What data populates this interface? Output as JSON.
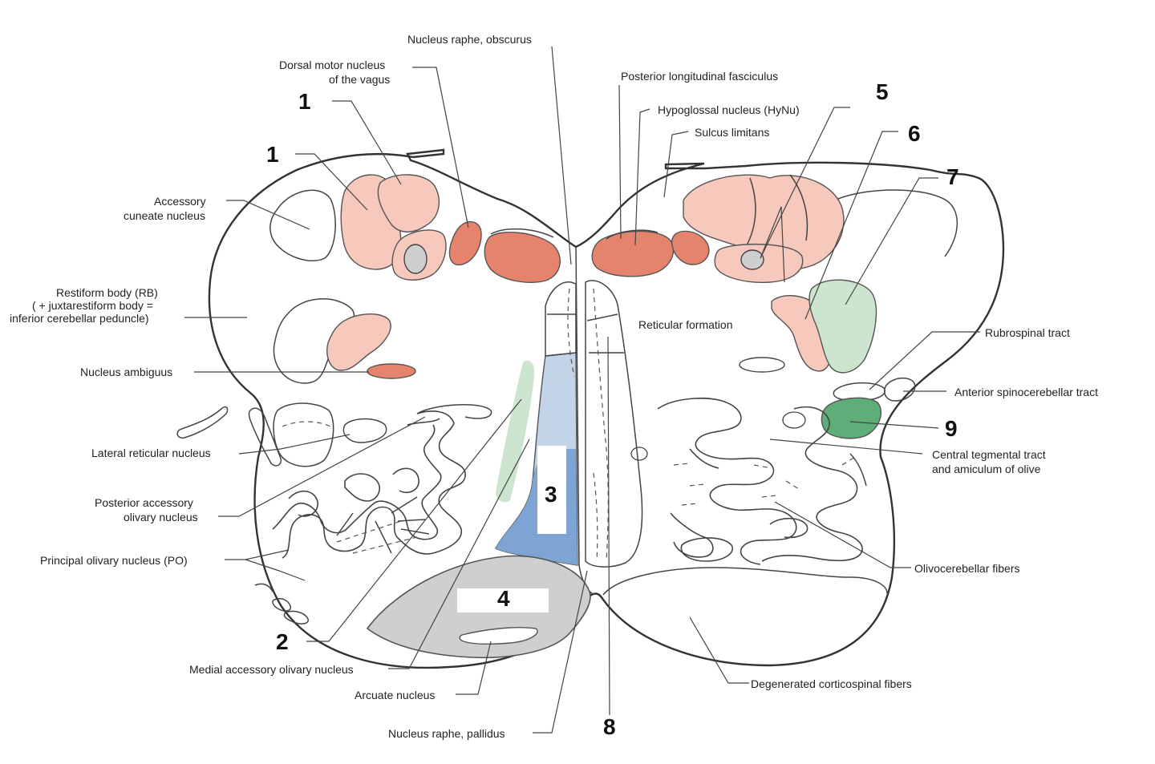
{
  "colors": {
    "light_pink": "#f6c9bc",
    "salmon": "#e6836c",
    "light_green": "#cde5cf",
    "dark_green": "#5fae79",
    "light_blue": "#c3d4e8",
    "mid_blue": "#7da4d3",
    "gray": "#cfcfcf"
  },
  "labels": {
    "nucleus_raphe_obscurus": "Nucleus raphe, obscurus",
    "dorsal_motor_line1": "Dorsal motor nucleus",
    "dorsal_motor_line2": "of the vagus",
    "posterior_longitudinal": "Posterior longitudinal fasciculus",
    "hypoglossal": "Hypoglossal nucleus (HyNu)",
    "sulcus_limitans": "Sulcus limitans",
    "accessory_cuneate_line1": "Accessory",
    "accessory_cuneate_line2": "cuneate nucleus",
    "restiform_line1": "Restiform body (RB)",
    "restiform_line2": "( + juxtarestiform body =",
    "restiform_line3": "inferior cerebellar peduncle)",
    "nucleus_ambiguus": "Nucleus ambiguus",
    "reticular_formation": "Reticular formation",
    "rubrospinal": "Rubrospinal tract",
    "anterior_spinocerebellar": "Anterior spinocerebellar tract",
    "lateral_reticular": "Lateral reticular nucleus",
    "central_tegmental_line1": "Central tegmental tract",
    "central_tegmental_line2": "and amiculum of olive",
    "posterior_accessory_line1": "Posterior accessory",
    "posterior_accessory_line2": "olivary nucleus",
    "principal_olivary": "Principal olivary nucleus (PO)",
    "olivocerebellar": "Olivocerebellar fibers",
    "medial_accessory": "Medial accessory olivary nucleus",
    "arcuate": "Arcuate nucleus",
    "degenerated_corticospinal": "Degenerated corticospinal fibers",
    "nucleus_raphe_pallidus": "Nucleus raphe, pallidus"
  },
  "numbers": {
    "n1a": "1",
    "n1b": "1",
    "n2": "2",
    "n3": "3",
    "n4": "4",
    "n5": "5",
    "n6": "6",
    "n7": "7",
    "n8": "8",
    "n9": "9"
  }
}
